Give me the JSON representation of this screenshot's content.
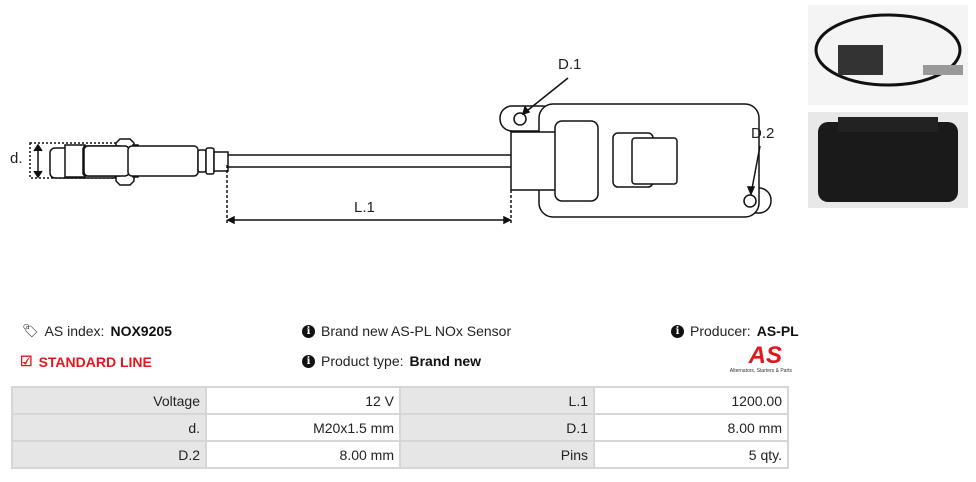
{
  "diagram": {
    "labels": {
      "d": "d.",
      "l1": "L.1",
      "d1": "D.1",
      "d2": "D.2"
    }
  },
  "info": {
    "as_index_label": "AS index:",
    "as_index_value": "NOX9205",
    "standard_line": "STANDARD LINE",
    "description": "Brand new AS-PL NOx Sensor",
    "product_type_label": "Product type:",
    "product_type_value": "Brand new",
    "producer_label": "Producer:",
    "producer_value": "AS-PL",
    "logo_text": "AS",
    "logo_tagline": "Alternators, Starters & Parts"
  },
  "specs": [
    [
      {
        "label": "Voltage",
        "value": "12 V"
      },
      {
        "label": "L.1",
        "value": "1200.00"
      }
    ],
    [
      {
        "label": "d.",
        "value": "M20x1.5 mm"
      },
      {
        "label": "D.1",
        "value": "8.00 mm"
      }
    ],
    [
      {
        "label": "D.2",
        "value": "8.00 mm"
      },
      {
        "label": "Pins",
        "value": "5 qty."
      }
    ]
  ],
  "colors": {
    "accent": "#e3161b",
    "label_bg": "#e6e6e6"
  }
}
